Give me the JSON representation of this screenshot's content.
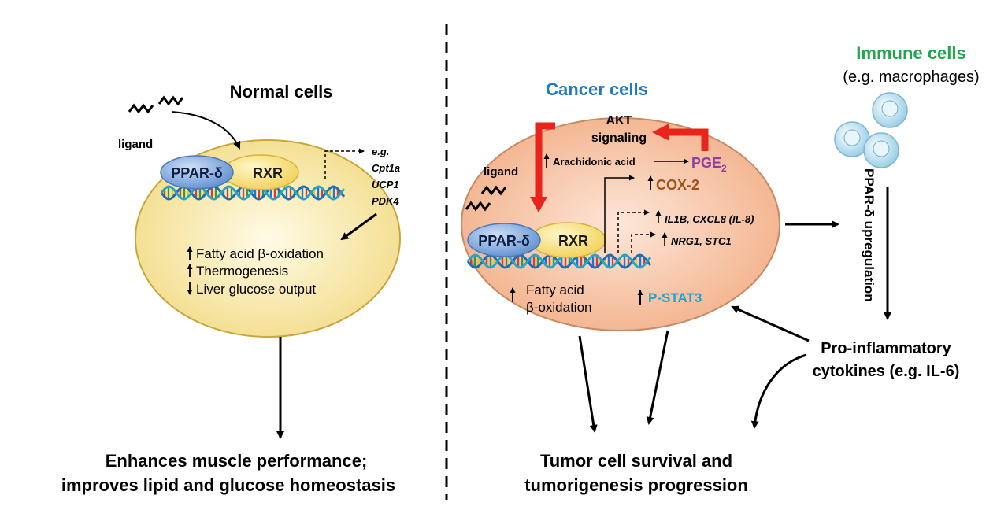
{
  "left": {
    "title": "Normal cells",
    "ligand": "ligand",
    "receptor_a": "PPAR-δ",
    "receptor_b": "RXR",
    "genes": [
      "e.g.",
      "Cpt1a",
      "UCP1",
      "PDK4"
    ],
    "effects": [
      "Fatty acid β-oxidation",
      "Thermogenesis",
      "Liver glucose output"
    ],
    "outcome": [
      "Enhances muscle performance;",
      "improves lipid and glucose homeostasis"
    ]
  },
  "right": {
    "title": "Cancer cells",
    "akt": [
      "AKT",
      "signaling"
    ],
    "arachidonic": "Arachidonic acid",
    "pge": "PGE",
    "pge_sub": "2",
    "cox2": "COX-2",
    "ligand": "ligand",
    "receptor_a": "PPAR-δ",
    "receptor_b": "RXR",
    "gene1": "IL1B, CXCL8 (IL-8)",
    "gene2": "NRG1, STC1",
    "fatty": [
      "Fatty acid",
      "β-oxidation"
    ],
    "pstat3": "P-STAT3",
    "outcome": [
      "Tumor cell survival and",
      "tumorigenesis progression"
    ]
  },
  "immune": {
    "title": "Immune cells",
    "subtitle": "(e.g. macrophages)",
    "upregulation": "PPAR-δ upregulation",
    "cytokines": [
      "Pro-inflammatory",
      "cytokines (e.g. IL-6)"
    ]
  },
  "colors": {
    "normal_cell": "#f7e7a8",
    "cancer_cell": "#f6c0a0",
    "ppar": "#7ea6dc",
    "rxr": "#f6dc6e",
    "cancer_title": "#1f7ac2",
    "immune_title": "#21a64d",
    "pge": "#8e3fa6",
    "cox2": "#a1521b",
    "pstat3": "#1aa3db",
    "akt_arrow": "#e8241c"
  }
}
